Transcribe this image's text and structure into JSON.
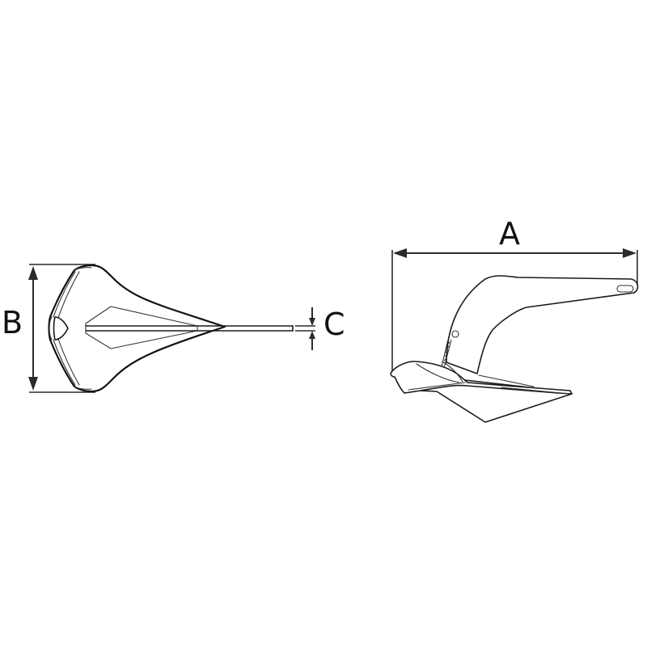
{
  "diagram": {
    "description": "Anchor dimension drawing: top view and side view",
    "colors": {
      "line": "#1a1a1a",
      "dimension": "#2b2b2b",
      "background": "#ffffff"
    },
    "top_view": {
      "dimensions": {
        "width_label": "B",
        "thickness_label": "C"
      }
    },
    "side_view": {
      "dimensions": {
        "length_label": "A"
      }
    }
  }
}
